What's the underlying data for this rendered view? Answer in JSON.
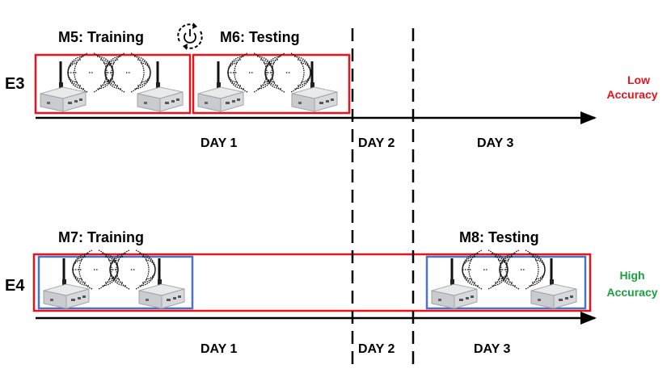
{
  "e3": {
    "label": "E3",
    "train_label": "M5: Training",
    "test_label": "M6: Testing",
    "result_line1": "Low",
    "result_line2": "Accuracy",
    "result_color": "#e8141b",
    "box_color": "#e8141b",
    "days": [
      "DAY 1",
      "DAY 2",
      "DAY 3"
    ],
    "power_icon": "power-cycle-icon"
  },
  "e4": {
    "label": "E4",
    "train_label": "M7: Training",
    "test_label": "M8: Testing",
    "result_line1": "High",
    "result_line2": "Accuracy",
    "result_color": "#19a23b",
    "outer_box_color": "#e8141b",
    "inner_box_color": "#4a74c4",
    "days": [
      "DAY 1",
      "DAY 2",
      "DAY 3"
    ]
  },
  "icons": {
    "device": "wireless-router-icon",
    "signal": "wifi-signal-icon"
  }
}
